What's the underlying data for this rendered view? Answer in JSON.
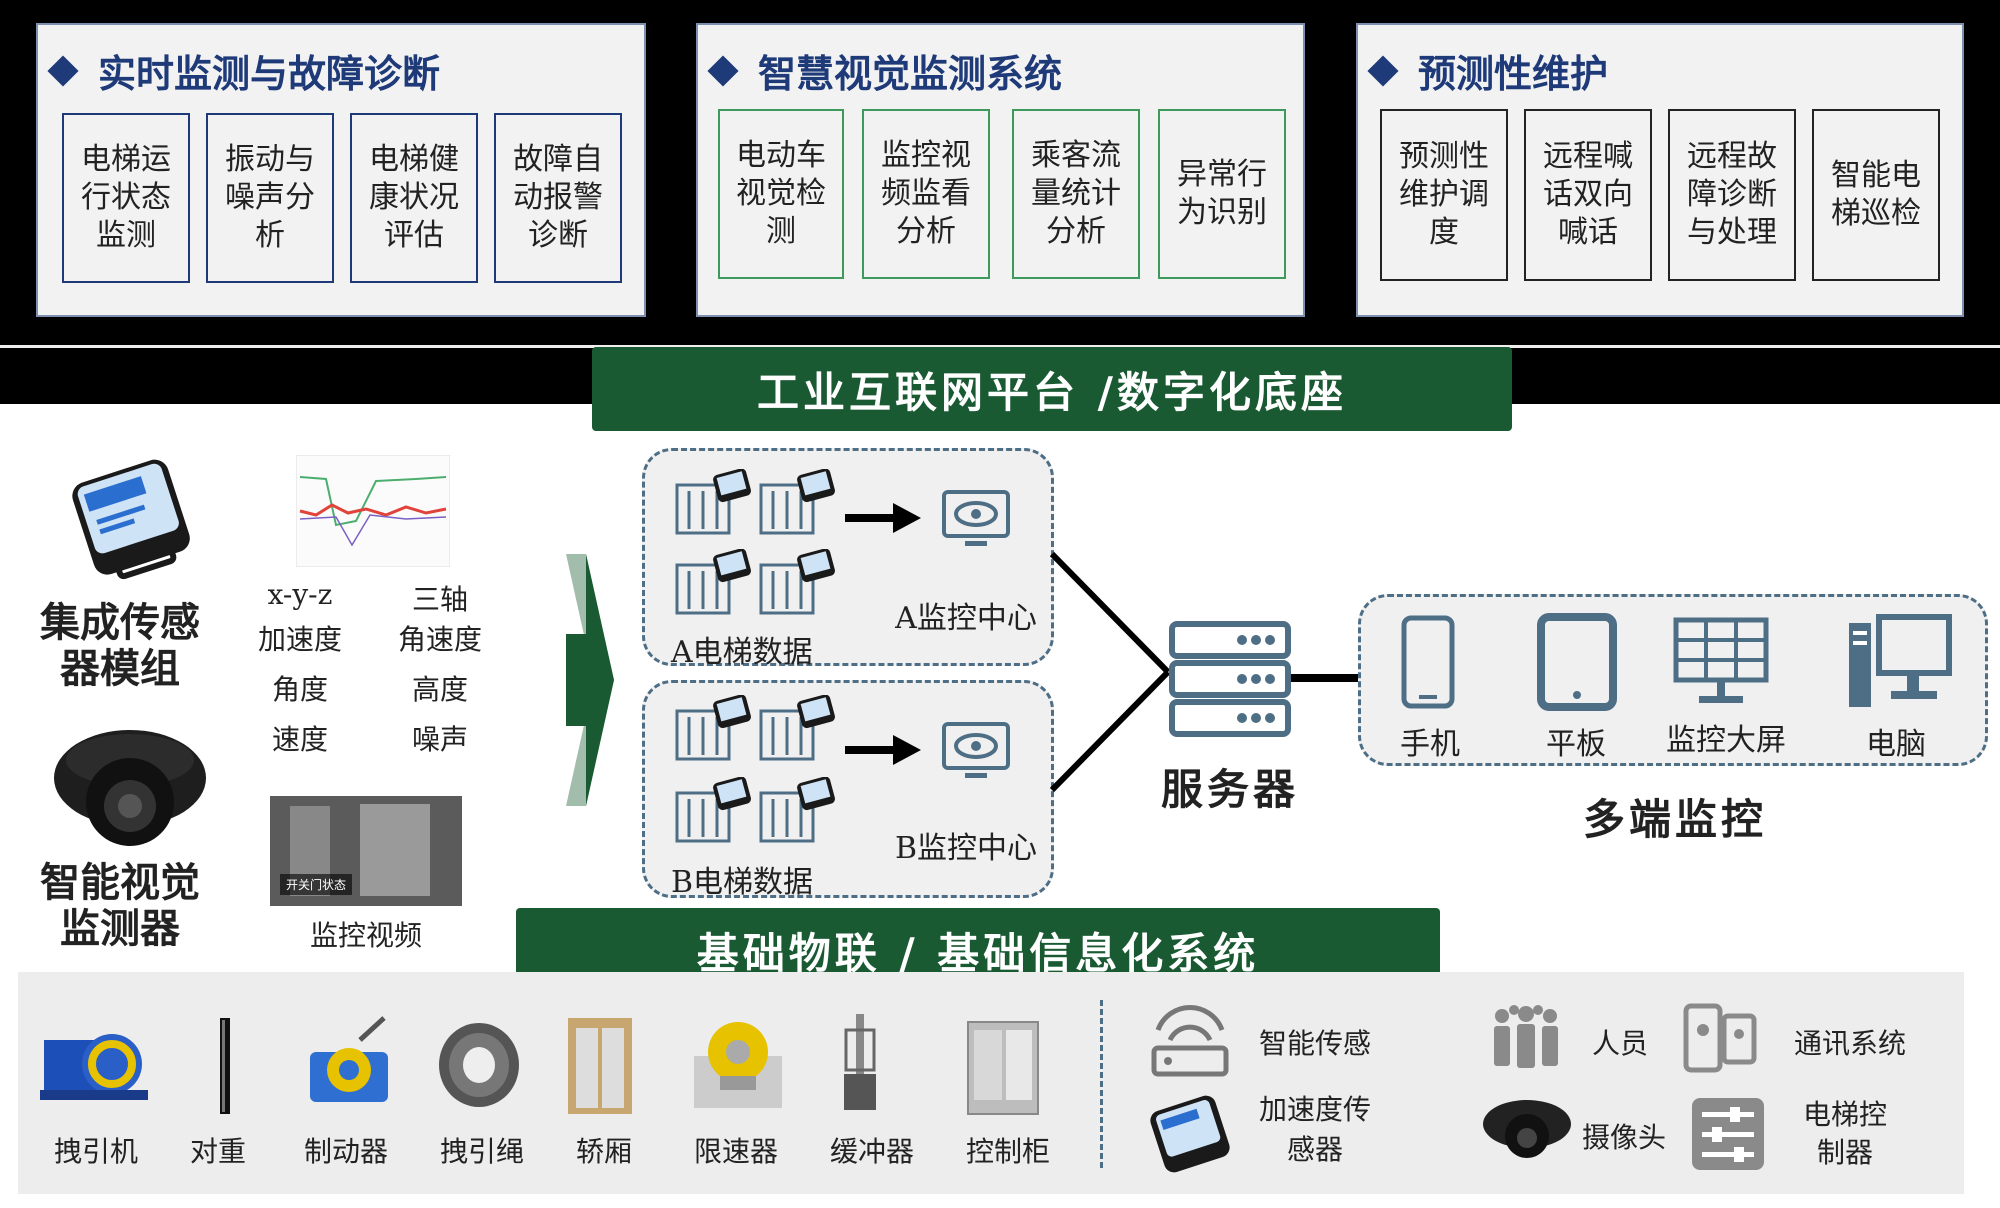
{
  "top_panels": [
    {
      "title": "实时监测与故障诊断",
      "items": [
        "电梯运行状态监测",
        "振动与噪声分析",
        "电梯健康状况评估",
        "故障自动报警诊断"
      ]
    },
    {
      "title": "智慧视觉监测系统",
      "items": [
        "电动车视觉检测",
        "监控视频监看分析",
        "乘客流量统计分析",
        "异常行为识别"
      ]
    },
    {
      "title": "预测性维护",
      "items": [
        "预测性维护调度",
        "远程喊话双向喊话",
        "远程故障诊断与处理",
        "智能电梯巡检"
      ]
    }
  ],
  "platform_bar": "工业互联网平台 /数字化底座",
  "base_bar": "基础物联 / 基础信息化系统",
  "devices": {
    "sensor_module": "集成传感器模组",
    "vision_monitor": "智能视觉监测器",
    "metrics": [
      "x-y-z",
      "三轴",
      "加速度",
      "角速度",
      "角度",
      "高度",
      "速度",
      "噪声"
    ],
    "video_caption": "开关门状态",
    "video_label": "监控视频"
  },
  "groups": [
    {
      "data_label": "A电梯数据",
      "center_label": "A监控中心"
    },
    {
      "data_label": "B电梯数据",
      "center_label": "B监控中心"
    }
  ],
  "server_label": "服务器",
  "terminals": [
    "手机",
    "平板",
    "监控大屏",
    "电脑"
  ],
  "multi_label": "多端监控",
  "components": [
    "拽引机",
    "对重",
    "制动器",
    "拽引绳",
    "轿厢",
    "限速器",
    "缓冲器",
    "控制柜"
  ],
  "right_items": [
    "智能传感",
    "加速度传感器",
    "人员",
    "通讯系统",
    "摄像头",
    "电梯控制器"
  ],
  "colors": {
    "navy": "#1f3a78",
    "green_bar": "#1a5a33",
    "icon": "#4e6e86",
    "green_border": "#3d9a5a"
  }
}
